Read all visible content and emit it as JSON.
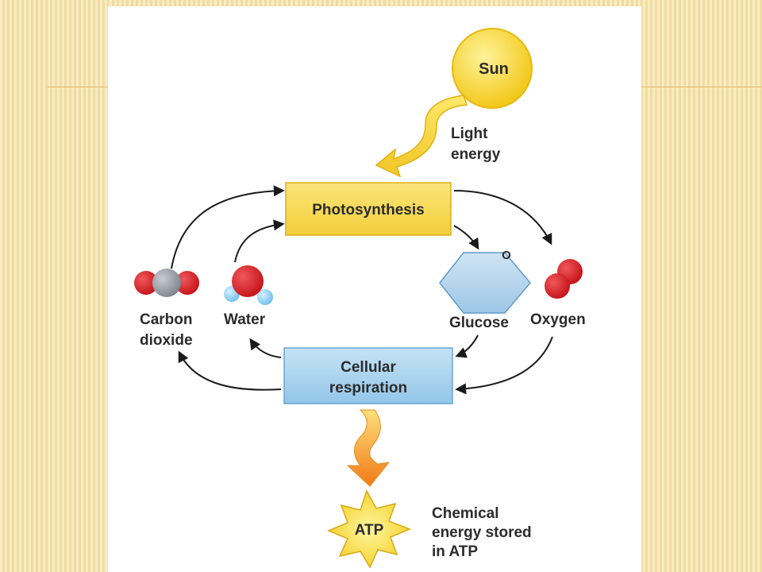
{
  "diagram": {
    "sun": {
      "label": "Sun",
      "color": "#f7d51f"
    },
    "light_energy": {
      "line1": "Light",
      "line2": "energy"
    },
    "photosynthesis": {
      "label": "Photosynthesis",
      "color": "#f6db4f"
    },
    "cellular_respiration": {
      "line1": "Cellular",
      "line2": "respiration",
      "color": "#a9d4ef"
    },
    "carbon_dioxide": {
      "line1": "Carbon",
      "line2": "dioxide"
    },
    "water": {
      "label": "Water"
    },
    "glucose": {
      "label": "Glucose",
      "ring_atom": "O"
    },
    "oxygen": {
      "label": "Oxygen"
    },
    "atp": {
      "label": "ATP"
    },
    "chemical_energy": {
      "line1": "Chemical",
      "line2": "energy stored",
      "line3": "in ATP"
    }
  }
}
